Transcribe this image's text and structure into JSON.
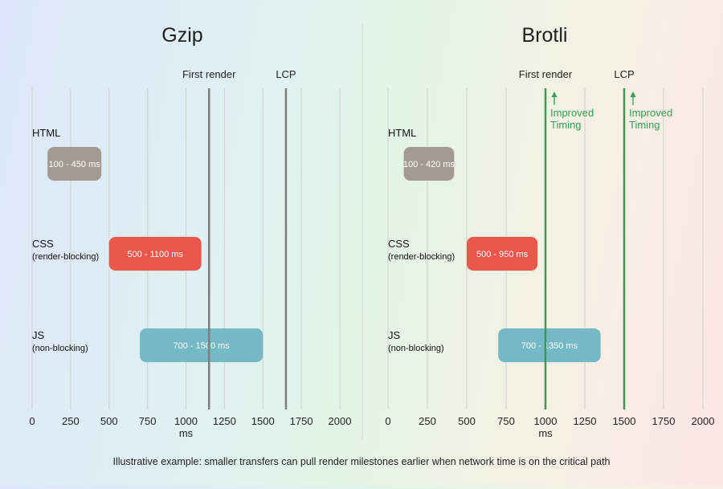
{
  "footnote": "Illustrative example: smaller transfers can pull render milestones earlier when network time is on the critical path",
  "colors": {
    "html_bar": "#a39a92",
    "css_bar": "#e9584a",
    "js_bar": "#75b8c6",
    "milestone_gzip": "#7d7d7d",
    "milestone_brotli": "#3a9a51",
    "grid": "#cfcfcf",
    "annotation": "#3a9a51"
  },
  "chart_data": [
    {
      "type": "gantt",
      "title": "Gzip",
      "xlabel": "ms",
      "xlim": [
        0,
        2000
      ],
      "x_ticks": [
        0,
        250,
        500,
        750,
        1000,
        1250,
        1500,
        1750,
        2000
      ],
      "x_tick_labels": [
        "0",
        "250",
        "500",
        "750",
        "1000",
        "1250",
        "1500",
        "1750",
        "2000"
      ],
      "rows": [
        {
          "label": "HTML",
          "sublabel": "",
          "start": 100,
          "end": 450,
          "bar_label": "100 - 450 ms",
          "color": "#a39a92"
        },
        {
          "label": "CSS",
          "sublabel": "(render-blocking)",
          "start": 500,
          "end": 1100,
          "bar_label": "500 - 1100 ms",
          "color": "#e9584a"
        },
        {
          "label": "JS",
          "sublabel": "(non-blocking)",
          "start": 700,
          "end": 1500,
          "bar_label": "700 - 1500 ms",
          "color": "#75b8c6"
        }
      ],
      "milestones": [
        {
          "label": "First render",
          "value": 1150,
          "note": ""
        },
        {
          "label": "LCP",
          "value": 1650,
          "note": ""
        }
      ]
    },
    {
      "type": "gantt",
      "title": "Brotli",
      "xlabel": "ms",
      "xlim": [
        0,
        2000
      ],
      "x_ticks": [
        0,
        250,
        500,
        750,
        1000,
        1250,
        1500,
        1750,
        2000
      ],
      "x_tick_labels": [
        "0",
        "250",
        "500",
        "750",
        "1000",
        "1250",
        "1500",
        "1750",
        "2000"
      ],
      "rows": [
        {
          "label": "HTML",
          "sublabel": "",
          "start": 100,
          "end": 420,
          "bar_label": "100 - 420 ms",
          "color": "#a39a92"
        },
        {
          "label": "CSS",
          "sublabel": "(render-blocking)",
          "start": 500,
          "end": 950,
          "bar_label": "500 - 950 ms",
          "color": "#e9584a"
        },
        {
          "label": "JS",
          "sublabel": "(non-blocking)",
          "start": 700,
          "end": 1350,
          "bar_label": "700 - 1350 ms",
          "color": "#75b8c6"
        }
      ],
      "milestones": [
        {
          "label": "First render",
          "value": 1000,
          "note": [
            "Improved",
            "Timing"
          ]
        },
        {
          "label": "LCP",
          "value": 1500,
          "note": [
            "Improved",
            "Timing"
          ]
        }
      ]
    }
  ]
}
